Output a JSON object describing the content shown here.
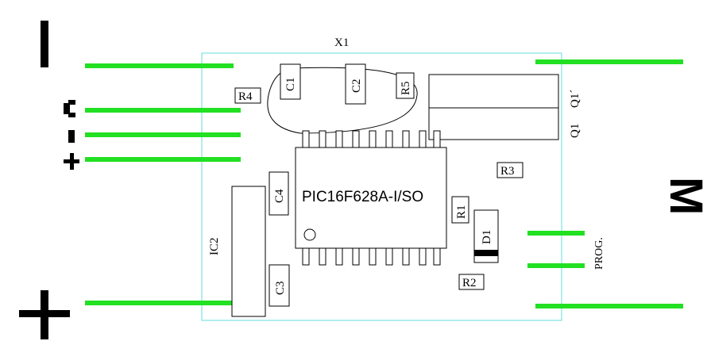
{
  "labels": {
    "crystal": "X1",
    "ic_main": "PIC16F628A-I/SO",
    "ic2": "IC2",
    "prog": "PROG.",
    "motor": "M",
    "q1": "Q1",
    "q1_prime": "Q1´"
  },
  "components": {
    "c1": "C1",
    "c2": "C2",
    "r5": "R5",
    "r4": "R4",
    "r3": "R3",
    "c4": "C4",
    "r1": "R1",
    "d1": "D1",
    "r2": "R2",
    "c3": "C3"
  },
  "colors": {
    "wire": "#22e022",
    "board_outline": "#66dddd",
    "ink": "#000000"
  }
}
